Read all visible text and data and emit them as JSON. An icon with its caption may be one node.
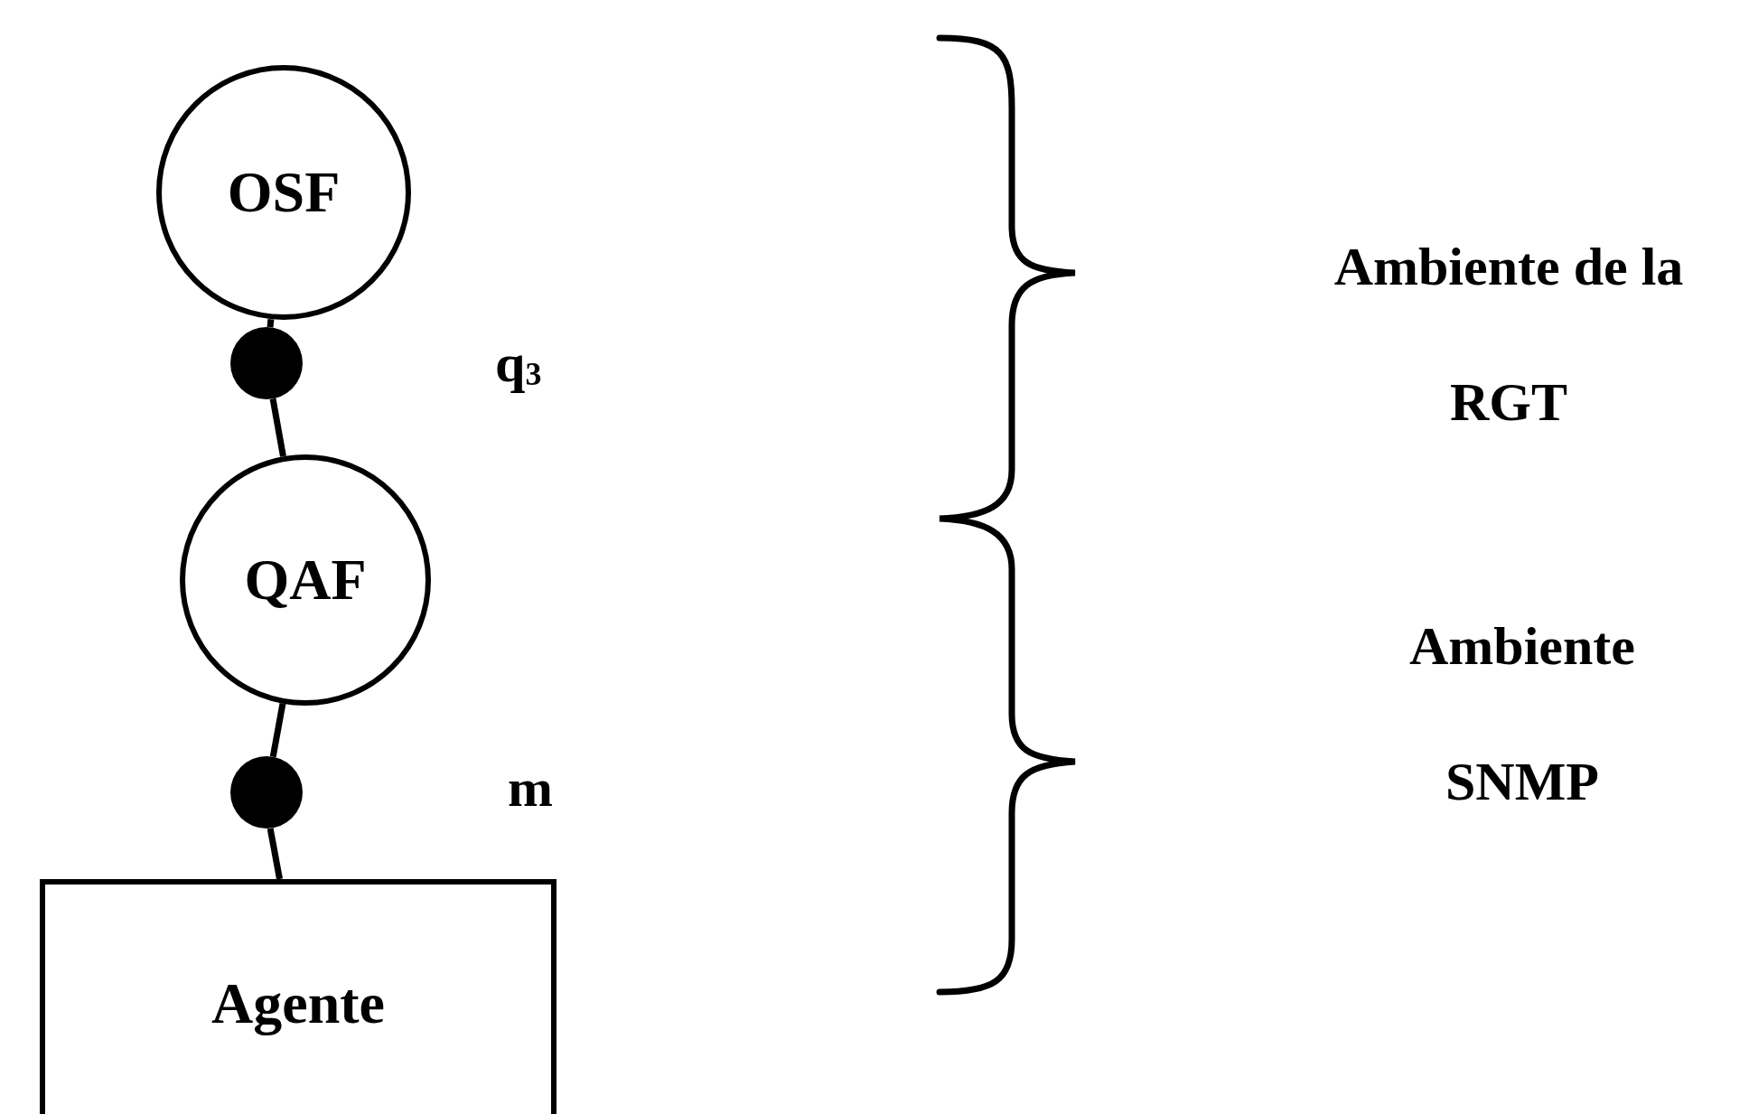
{
  "diagram": {
    "nodes": [
      {
        "text": [
          "OSF"
        ]
      },
      {
        "text": [],
        "shape": "circle"
      },
      {
        "text": [
          "QAF"
        ]
      },
      {
        "text": [],
        "shape": "circle"
      },
      {
        "text": [
          "Agente"
        ]
      }
    ],
    "edges": [
      {
        "from": 0,
        "to": 1,
        "arrow": "none"
      },
      {
        "from": 1,
        "to": 2,
        "arrow": "none"
      },
      {
        "from": 2,
        "to": 3,
        "arrow": "none"
      },
      {
        "from": 3,
        "to": 4,
        "arrow": "none"
      }
    ],
    "labels": [
      "Ambiente de la RGT",
      "q$_{3}$",
      "Ambiente SNMP",
      "m"
    ]
  }
}
